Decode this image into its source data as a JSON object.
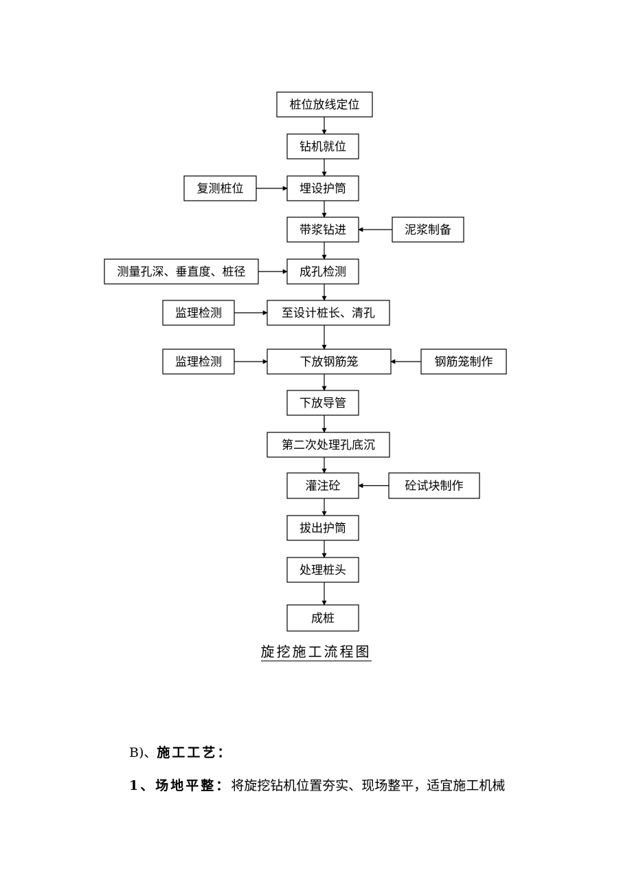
{
  "flowchart": {
    "main_steps": [
      "桩位放线定位",
      "钻机就位",
      "埋设护筒",
      "带浆钻进",
      "成孔检测",
      "至设计桩长、清孔",
      "下放钢筋笼",
      "下放导管",
      "第二次处理孔底沉",
      "灌注砼",
      "拔出护筒",
      "处理桩头",
      "成桩"
    ],
    "left_inputs": [
      {
        "label": "复测桩位",
        "target": 2
      },
      {
        "label": "测量孔深、垂直度、桩径",
        "target": 4
      },
      {
        "label": "监理检测",
        "target": 5
      },
      {
        "label": "监理检测",
        "target": 6
      }
    ],
    "right_inputs": [
      {
        "label": "泥浆制备",
        "target": 3
      },
      {
        "label": "钢筋笼制作",
        "target": 6
      },
      {
        "label": "砼试块制作",
        "target": 9
      }
    ],
    "caption": "旋挖施工流程图"
  },
  "section": {
    "heading_prefix": "B)、",
    "heading": "施工工艺：",
    "item1_num": "1、",
    "item1_title": "场地平整：",
    "item1_text": "将旋挖钻机位置夯实、现场整平，适宜施工机械"
  }
}
